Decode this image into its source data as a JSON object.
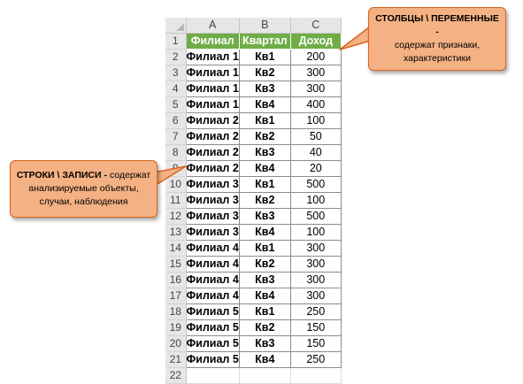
{
  "sheet": {
    "corner": "",
    "columns": [
      "A",
      "B",
      "C"
    ],
    "header": [
      "Филиал",
      "Квартал",
      "Доход"
    ],
    "rows": [
      [
        "Филиал 1",
        "Кв1",
        "200"
      ],
      [
        "Филиал 1",
        "Кв2",
        "300"
      ],
      [
        "Филиал 1",
        "Кв3",
        "300"
      ],
      [
        "Филиал 1",
        "Кв4",
        "400"
      ],
      [
        "Филиал 2",
        "Кв1",
        "100"
      ],
      [
        "Филиал 2",
        "Кв2",
        "50"
      ],
      [
        "Филиал 2",
        "Кв3",
        "40"
      ],
      [
        "Филиал 2",
        "Кв4",
        "20"
      ],
      [
        "Филиал 3",
        "Кв1",
        "500"
      ],
      [
        "Филиал 3",
        "Кв2",
        "100"
      ],
      [
        "Филиал 3",
        "Кв3",
        "500"
      ],
      [
        "Филиал 3",
        "Кв4",
        "100"
      ],
      [
        "Филиал 4",
        "Кв1",
        "300"
      ],
      [
        "Филиал 4",
        "Кв2",
        "300"
      ],
      [
        "Филиал 4",
        "Кв3",
        "300"
      ],
      [
        "Филиал 4",
        "Кв4",
        "300"
      ],
      [
        "Филиал 5",
        "Кв1",
        "250"
      ],
      [
        "Филиал 5",
        "Кв2",
        "150"
      ],
      [
        "Филиал 5",
        "Кв3",
        "150"
      ],
      [
        "Филиал 5",
        "Кв4",
        "250"
      ]
    ],
    "row_numbers": [
      "1",
      "2",
      "3",
      "4",
      "5",
      "6",
      "7",
      "8",
      "9",
      "10",
      "11",
      "12",
      "13",
      "14",
      "15",
      "16",
      "17",
      "18",
      "19",
      "20",
      "21",
      "22"
    ],
    "header_fill": "#70ad47"
  },
  "callouts": {
    "columns": {
      "bold": "СТОЛБЦЫ \\ ПЕРЕМЕННЫЕ -",
      "rest": "содержат признаки, характеристики"
    },
    "rows": {
      "bold": "СТРОКИ \\ ЗАПИСИ -",
      "rest": "содержат анализируемые объекты, случаи, наблюдения"
    },
    "fill": "#f4b183",
    "border": "#d9641c"
  }
}
